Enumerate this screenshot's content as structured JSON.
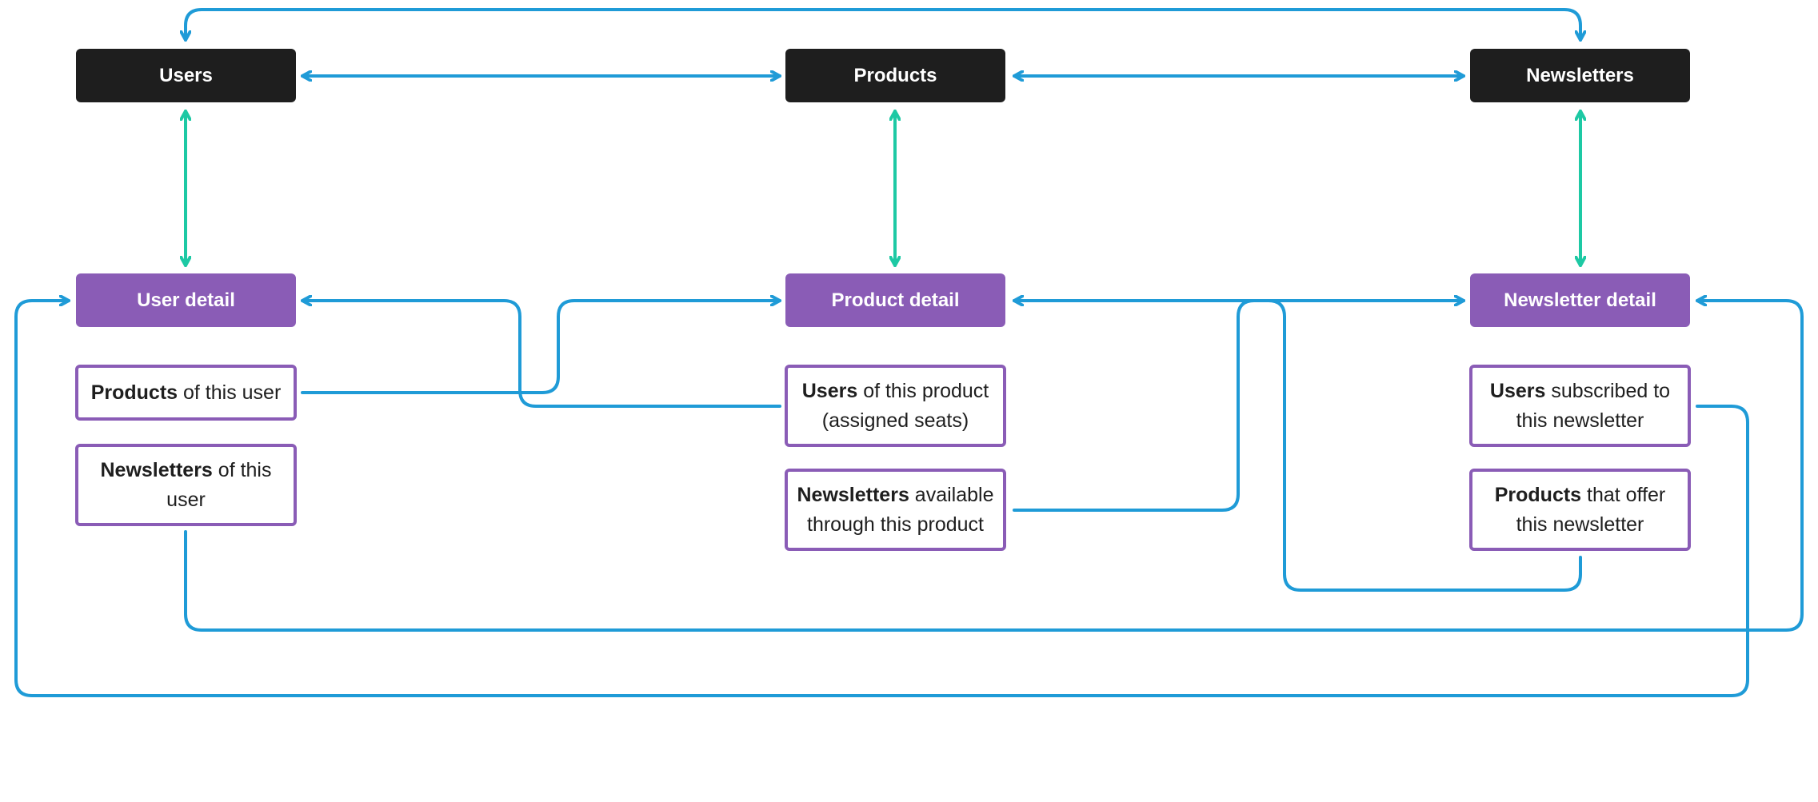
{
  "colors": {
    "top_box": "#1e1e1e",
    "detail_box": "#8a5cb6",
    "connector_blue": "#1f9bd7",
    "connector_teal": "#1dc9a4"
  },
  "top_nodes": {
    "users": "Users",
    "products": "Products",
    "newsletters": "Newsletters"
  },
  "detail_nodes": {
    "user_detail": "User detail",
    "product_detail": "Product detail",
    "newsletter_detail": "Newsletter detail"
  },
  "sub_nodes": {
    "user_products": {
      "bold": "Products",
      "rest": " of this user"
    },
    "user_newsletters": {
      "bold": "Newsletters",
      "rest": " of this user"
    },
    "product_users": {
      "bold": "Users",
      "rest": " of this product (assigned seats)"
    },
    "product_newsletters": {
      "bold": "Newsletters",
      "rest": " available through this product"
    },
    "newsletter_users": {
      "bold": "Users",
      "rest": " subscribed to this newsletter"
    },
    "newsletter_products": {
      "bold": "Products",
      "rest": " that offer this newsletter"
    }
  }
}
